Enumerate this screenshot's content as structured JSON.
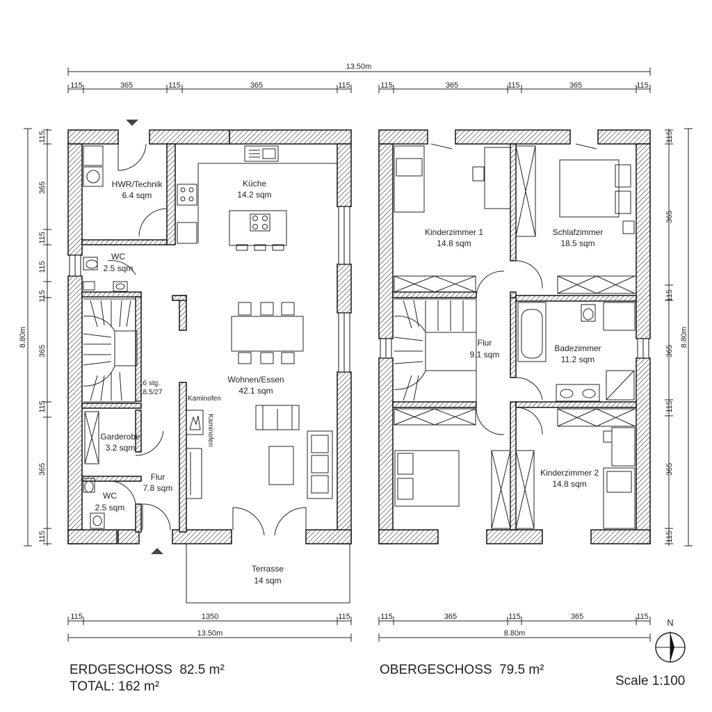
{
  "ground_floor": {
    "rooms": [
      {
        "name": "HWR/Technik",
        "area": "6.4 sqm"
      },
      {
        "name": "Küche",
        "area": "14.2 sqm"
      },
      {
        "name": "WC",
        "area": "2.5 sqm"
      },
      {
        "name": "Wohnen/Essen",
        "area": "42.1 sqm"
      },
      {
        "name": "Garderobe",
        "area": "3.2 sqm"
      },
      {
        "name": "Flur",
        "area": "7.8 sqm"
      },
      {
        "name": "WC",
        "area": "2.5 sqm"
      },
      {
        "name": "Terrasse",
        "area": "14 sqm"
      }
    ],
    "stair_note": [
      "16 stg.",
      "18.5/27"
    ],
    "fireplace_label": "Kaminofen",
    "fireplace_label_vertical": "Kaminofen",
    "dims_top": [
      "115",
      "365",
      "115",
      "365",
      "115"
    ],
    "dim_total_top": "13.50m",
    "dims_bottom": [
      "115",
      "1350",
      "115"
    ],
    "dim_total_bottom": "13.50m",
    "dims_left": [
      "115",
      "365",
      "115",
      "115",
      "115",
      "365",
      "115",
      "365",
      "115"
    ],
    "dim_total_left": "8.80m",
    "summary": "ERDGESCHOSS  82.5 m²",
    "total": "TOTAL: 162 m²"
  },
  "upper_floor": {
    "rooms": [
      {
        "name": "Kinderzimmer 1",
        "area": "14.8 sqm"
      },
      {
        "name": "Schlafzimmer",
        "area": "18.5 sqm"
      },
      {
        "name": "Flur",
        "area": "9.1 sqm"
      },
      {
        "name": "Badezimmer",
        "area": "11.2 sqm"
      },
      {
        "name": "Kinderzimmer 2",
        "area": "14.8 sqm"
      }
    ],
    "dims_top": [
      "115",
      "365",
      "115",
      "365",
      "115"
    ],
    "dims_bottom": [
      "115",
      "365",
      "115",
      "365",
      "115"
    ],
    "dim_total_bottom": "8.80m",
    "dims_right": [
      "115",
      "365",
      "115",
      "365",
      "115",
      "365",
      "115"
    ],
    "dim_total_right": "8.80m",
    "summary": "OBERGESCHOSS  79.5 m²"
  },
  "north_label": "N",
  "scale": "Scale 1:100"
}
